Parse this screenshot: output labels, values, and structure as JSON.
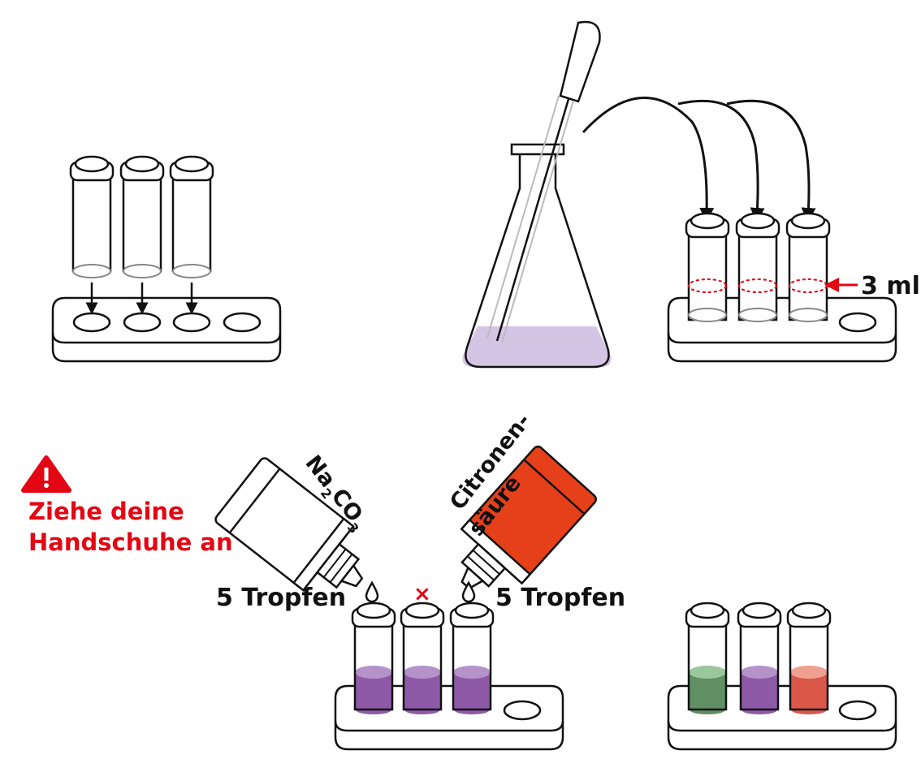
{
  "warning": {
    "icon": "warning-triangle-icon",
    "line1": "Ziehe deine",
    "line2": "Handschuhe an",
    "color": "#e30613"
  },
  "measure": {
    "label": "3 ml",
    "color": "#e30613"
  },
  "reagents": {
    "left": {
      "formula_main": "Na",
      "formula_sub1": "2",
      "formula_mid": "CO",
      "formula_sub2": "3",
      "drops": "5 Tropfen"
    },
    "right": {
      "line1": "Citronen-",
      "line2": "säure",
      "drops": "5 Tropfen",
      "color": "#e5401a"
    },
    "middle_mark": "×"
  },
  "colors": {
    "flask_liquid": "#d5c5e4",
    "purple": "#8e5aa8",
    "purple_light": "#b592c9",
    "green": "#5f8f62",
    "green_light": "#9cc69b",
    "red": "#d9584a",
    "red_light": "#f0a090",
    "outline": "#111111"
  }
}
